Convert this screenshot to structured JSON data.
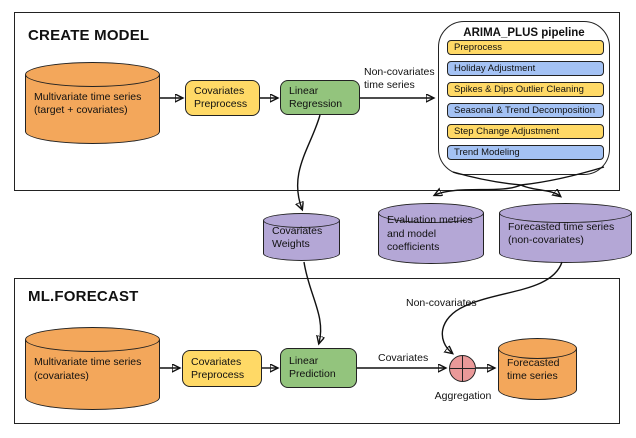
{
  "create_model": {
    "title": "CREATE MODEL",
    "input_db": {
      "line1": "Multivariate time series",
      "line2": "(target + covariates)"
    },
    "covariates_preprocess": {
      "line1": "Covariates",
      "line2": "Preprocess"
    },
    "linear_regression": {
      "line1": "Linear",
      "line2": "Regression"
    },
    "noncov_edge_label": {
      "line1": "Non-covariates",
      "line2": "time series"
    }
  },
  "arima_pipeline": {
    "title": "ARIMA_PLUS pipeline",
    "steps": [
      {
        "label": "Preprocess",
        "color": "#FFD966"
      },
      {
        "label": "Holiday Adjustment",
        "color": "#A4C2F4"
      },
      {
        "label": "Spikes & Dips Outlier Cleaning",
        "color": "#FFD966"
      },
      {
        "label": "Seasonal & Trend Decomposition",
        "color": "#A4C2F4"
      },
      {
        "label": "Step Change Adjustment",
        "color": "#FFD966"
      },
      {
        "label": "Trend Modeling",
        "color": "#A4C2F4"
      }
    ]
  },
  "model_outputs": {
    "covariates_weights": {
      "line1": "Covariates",
      "line2": "Weights"
    },
    "evaluation": {
      "line1": "Evaluation metrics",
      "line2": "and model",
      "line3": "coefficients"
    },
    "forecast_noncov": {
      "line1": "Forecasted time series",
      "line2": "(non-covariates)"
    }
  },
  "ml_forecast": {
    "title": "ML.FORECAST",
    "input_db": {
      "line1": "Multivariate time series",
      "line2": "(covariates)"
    },
    "covariates_preprocess": {
      "line1": "Covariates",
      "line2": "Preprocess"
    },
    "linear_prediction": {
      "line1": "Linear",
      "line2": "Prediction"
    },
    "covariates_label": "Covariates",
    "noncovariates_label": "Non-covariates",
    "aggregation_label": "Aggregation",
    "output_db": {
      "line1": "Forecasted",
      "line2": "time series"
    }
  },
  "colors": {
    "datastore_orange": "#F3A75B",
    "process_yellow": "#FFD966",
    "model_green": "#93C47D",
    "pipeline_blue": "#A4C2F4",
    "output_purple": "#B4A7D6",
    "aggregation_pink": "#EA9999",
    "stroke": "#111111"
  }
}
